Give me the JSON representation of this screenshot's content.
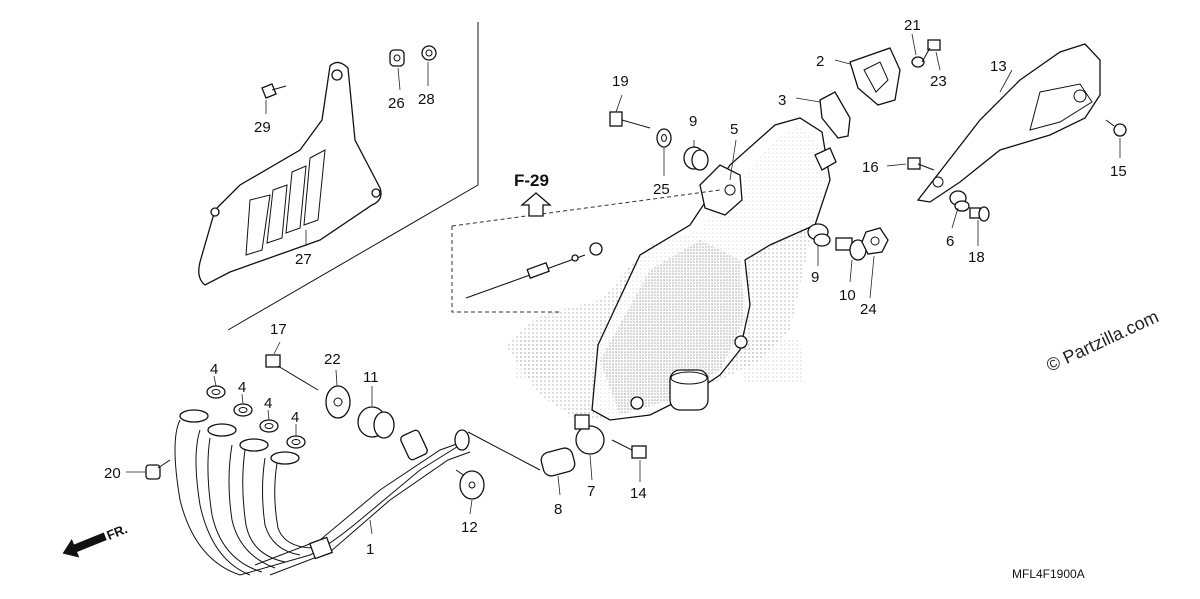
{
  "diagram": {
    "reference_ref": "F-29",
    "diagram_code": "MFL4F1900A",
    "watermark": "© Partzilla.com",
    "direction_label": "FR.",
    "callouts": [
      {
        "id": "c1",
        "label": "1"
      },
      {
        "id": "c2",
        "label": "2"
      },
      {
        "id": "c3",
        "label": "3"
      },
      {
        "id": "c4a",
        "label": "4"
      },
      {
        "id": "c4b",
        "label": "4"
      },
      {
        "id": "c4c",
        "label": "4"
      },
      {
        "id": "c4d",
        "label": "4"
      },
      {
        "id": "c5",
        "label": "5"
      },
      {
        "id": "c6",
        "label": "6"
      },
      {
        "id": "c7",
        "label": "7"
      },
      {
        "id": "c8",
        "label": "8"
      },
      {
        "id": "c9a",
        "label": "9"
      },
      {
        "id": "c9b",
        "label": "9"
      },
      {
        "id": "c10",
        "label": "10"
      },
      {
        "id": "c11",
        "label": "11"
      },
      {
        "id": "c12",
        "label": "12"
      },
      {
        "id": "c13",
        "label": "13"
      },
      {
        "id": "c14",
        "label": "14"
      },
      {
        "id": "c15",
        "label": "15"
      },
      {
        "id": "c16",
        "label": "16"
      },
      {
        "id": "c17",
        "label": "17"
      },
      {
        "id": "c18",
        "label": "18"
      },
      {
        "id": "c19",
        "label": "19"
      },
      {
        "id": "c20",
        "label": "20"
      },
      {
        "id": "c21",
        "label": "21"
      },
      {
        "id": "c22",
        "label": "22"
      },
      {
        "id": "c23",
        "label": "23"
      },
      {
        "id": "c24",
        "label": "24"
      },
      {
        "id": "c25",
        "label": "25"
      },
      {
        "id": "c26",
        "label": "26"
      },
      {
        "id": "c27",
        "label": "27"
      },
      {
        "id": "c28",
        "label": "28"
      },
      {
        "id": "c29",
        "label": "29"
      }
    ]
  }
}
